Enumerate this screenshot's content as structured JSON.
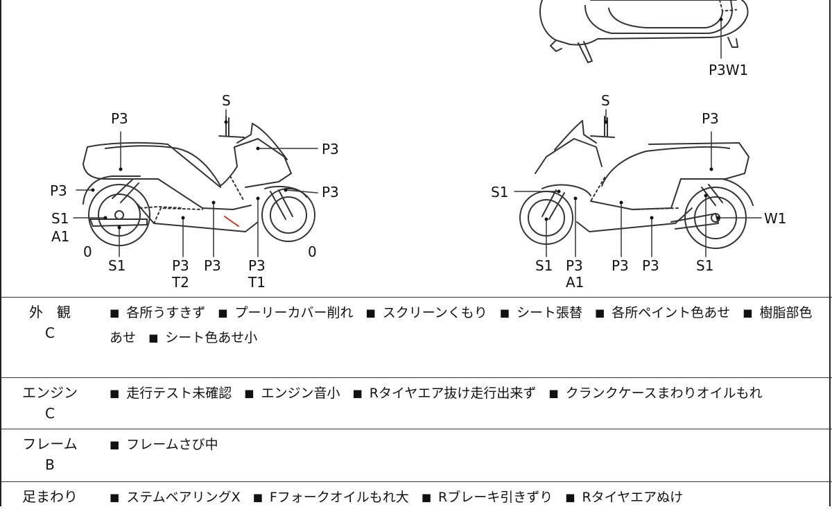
{
  "diagram": {
    "top_view_labels": {
      "rear": "P3W1"
    },
    "left_view": {
      "labels": {
        "s_top": "S",
        "p3_top": "P3",
        "p3_screen": "P3",
        "p3_rear": "P3",
        "p3_front_fender": "P3",
        "s1_a1_line1": "S1",
        "s1_a1_line2": "A1",
        "zero_rear": "0",
        "s1_bottom": "S1",
        "p3_t2_line1": "P3",
        "p3_t2_line2": "T2",
        "p3_mid": "P3",
        "p3_t1_line1": "P3",
        "p3_t1_line2": "T1",
        "zero_front": "0"
      }
    },
    "right_view": {
      "labels": {
        "s_top": "S",
        "p3_top": "P3",
        "s1_front": "S1",
        "w1": "W1",
        "s1_bottom_front": "S1",
        "p3_a1_line1": "P3",
        "p3_a1_line2": "A1",
        "p3_mid1": "P3",
        "p3_mid2": "P3",
        "s1_bottom_rear": "S1"
      }
    }
  },
  "rows": [
    {
      "category": "外　観",
      "grade": "C",
      "items": [
        "各所うすきず",
        "プーリーカバー削れ",
        "スクリーンくもり",
        "シート張替",
        "各所ペイント色あせ",
        "樹脂部色あせ",
        "シート色あせ小"
      ]
    },
    {
      "category": "エンジン",
      "grade": "C",
      "items": [
        "走行テスト未確認",
        "エンジン音小",
        "Rタイヤエア抜け走行出来ず",
        "クランクケースまわりオイルもれ"
      ]
    },
    {
      "category": "フレーム",
      "grade": "B",
      "items": [
        "フレームさび中"
      ]
    },
    {
      "category": "足まわり",
      "grade": "",
      "items": [
        "ステムベアリングX",
        "Fフォークオイルもれ大",
        "Rブレーキ引きずり",
        "Rタイヤエアぬけ"
      ]
    }
  ],
  "colors": {
    "line": "#333333",
    "accent_scratch": "#c0392b"
  },
  "bullet_glyph": "■"
}
